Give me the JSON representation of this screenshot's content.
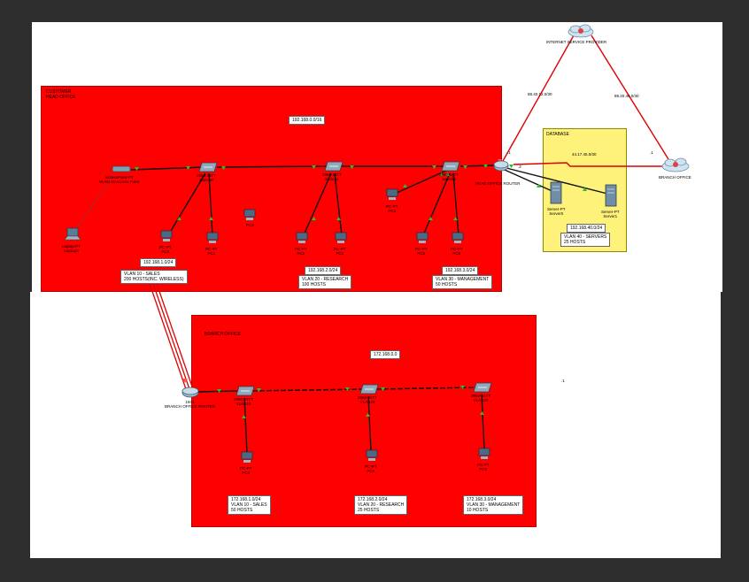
{
  "head_office": {
    "title": "CUSTOMER\nHEAD OFFICE",
    "network": "192.168.0.0/16",
    "vlan10_box": "VLAN 10 - SALES\n200 HOSTS(INC. WIRELESS)",
    "vlan10_net": "192.168.1.0/24",
    "vlan20_net": "192.168.2.0/24",
    "vlan20_box": "VLAN 20 - RESEARCH\n100 HOSTS",
    "vlan30_net": "192.168.3.0/24",
    "vlan30_box": "VLAN 30 - MANAGEMENT\n50 HOSTS",
    "router_label": "HEAD OFFICE ROUTER",
    "ap_label": "AccessPoint-PT\nVLAN 10 Access Point",
    "laptop_label": "Laptop-PT\nLaptop0",
    "pc_labels": [
      "PC-PT\nPC0",
      "PC-PT\nPC1",
      "PC3",
      "PC-PT\nPC2",
      "PC-PT\nPC3",
      "PC-PT\nPC4",
      "PC-PT\nPC5",
      "PC-PT\nPC6"
    ],
    "switch_labels": [
      "2960-24TT\nSwitch0",
      "2960-24TT\nSwitch1",
      "2960-24TT\nSwitch2"
    ]
  },
  "database": {
    "title": "DATABASE",
    "network": "192.168.40.0/24",
    "vlan_box": "VLAN 40 - SERVERS\n25 HOSTS",
    "server0_label": "Server-PT\nServer0",
    "server1_label": "Server-PT\nServer1"
  },
  "isp": {
    "label": "INTERNET SERVICE PROVIDER",
    "link_left": "88.40.12.0/30",
    "link_right": "89.20.40.0/30",
    "link_bottom": "44.17.45.0/30",
    "branch_cloud_label": "BRANCH OFFICE",
    "ip_left": ".1",
    "ip_right": ".1",
    "ip_router": ".2"
  },
  "branch_office": {
    "title": "BRANCH OFFICE",
    "network": "172.168.0.0",
    "router_label": "1941\nBRANCH OFFICE ROUTER",
    "vlan10_box": "172.168.1.0/24\nVLAN 10 - SALES\n50 HOSTS",
    "vlan20_box": "172.168.2.0/24\nVLAN 20 - RESEARCH\n25 HOSTS",
    "vlan30_box": "172.168.3.0/24\nVLAN 30 - MANAGEMENT\n10 HOSTS",
    "switch_labels": [
      "2960-24TT\nVLAN10",
      "2960-24TT\nVLAN20",
      "2960-24TT\nVLAN30"
    ],
    "pc_labels": [
      "PC-PT\nPC4",
      "PC-PT\nPC5",
      "PC-PT\nPC6"
    ],
    "stray_ip": ".1"
  }
}
